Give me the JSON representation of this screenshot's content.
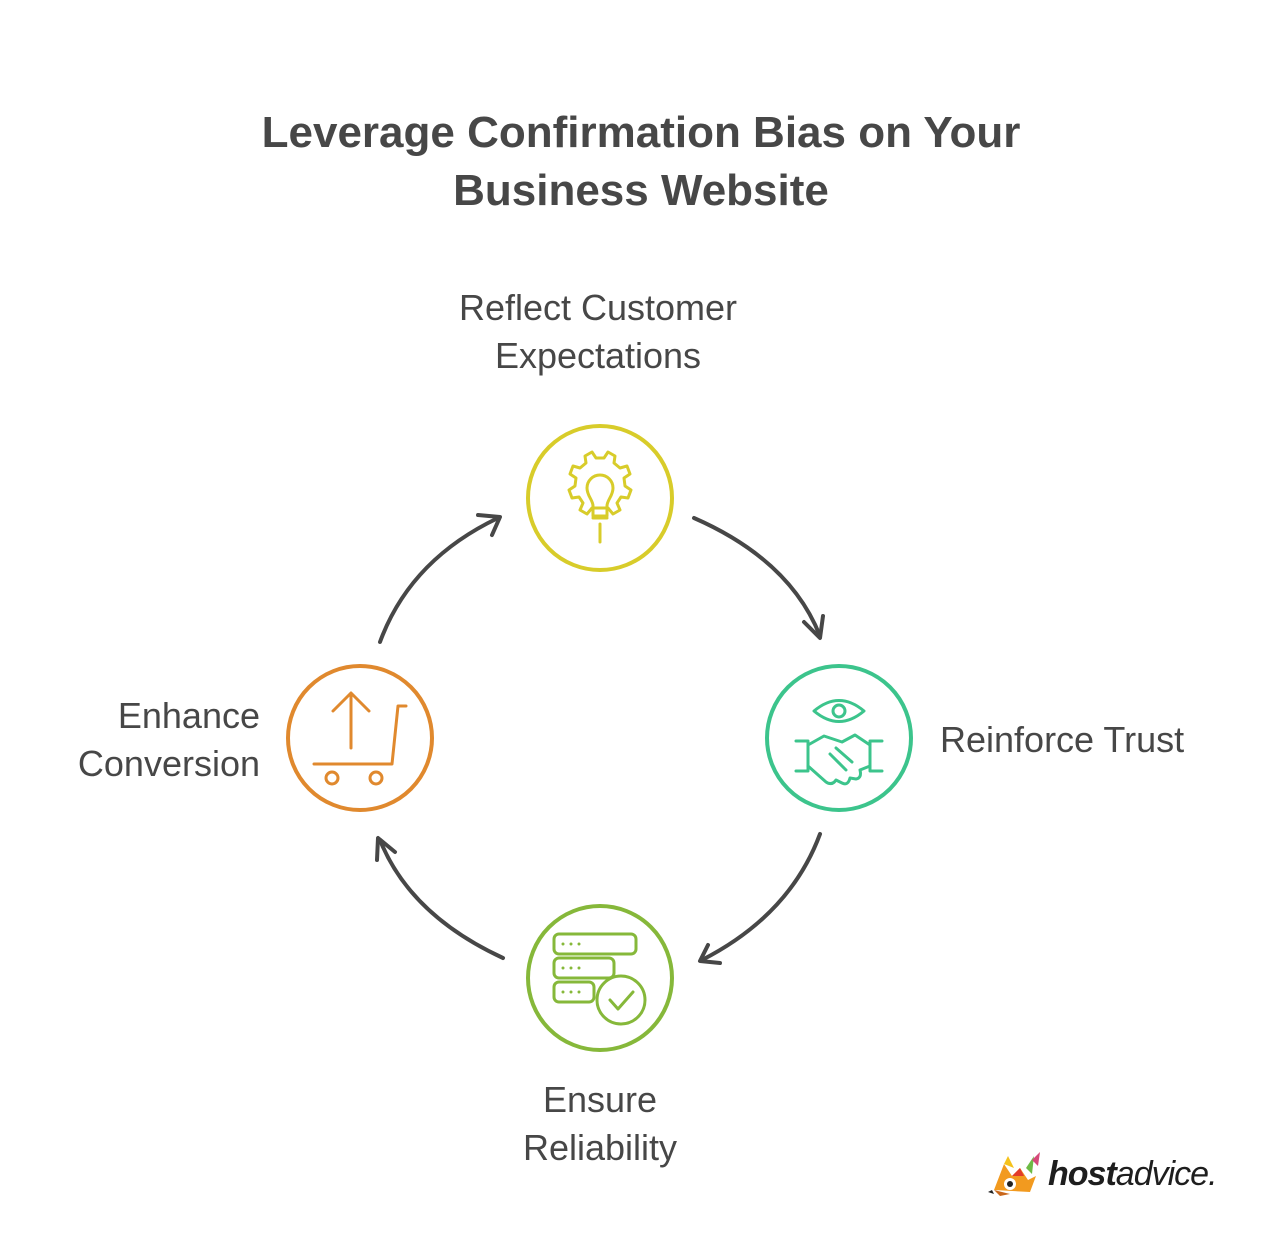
{
  "title": {
    "line1": "Leverage Confirmation Bias on Your",
    "line2": "Business Website"
  },
  "steps": [
    {
      "id": "reflect",
      "lines": [
        "Reflect Customer",
        "Expectations"
      ],
      "icon": "gear-lightbulb-icon",
      "color": "#d8cc2a"
    },
    {
      "id": "trust",
      "lines": [
        "Reinforce Trust"
      ],
      "icon": "eye-handshake-icon",
      "color": "#3cc48c"
    },
    {
      "id": "reliability",
      "lines": [
        "Ensure",
        "Reliability"
      ],
      "icon": "server-check-icon",
      "color": "#86b83a"
    },
    {
      "id": "conversion",
      "lines": [
        "Enhance",
        "Conversion"
      ],
      "icon": "cart-upload-icon",
      "color": "#e0892e"
    }
  ],
  "arrow_color": "#474747",
  "logo": {
    "bold": "host",
    "light": "advice."
  }
}
